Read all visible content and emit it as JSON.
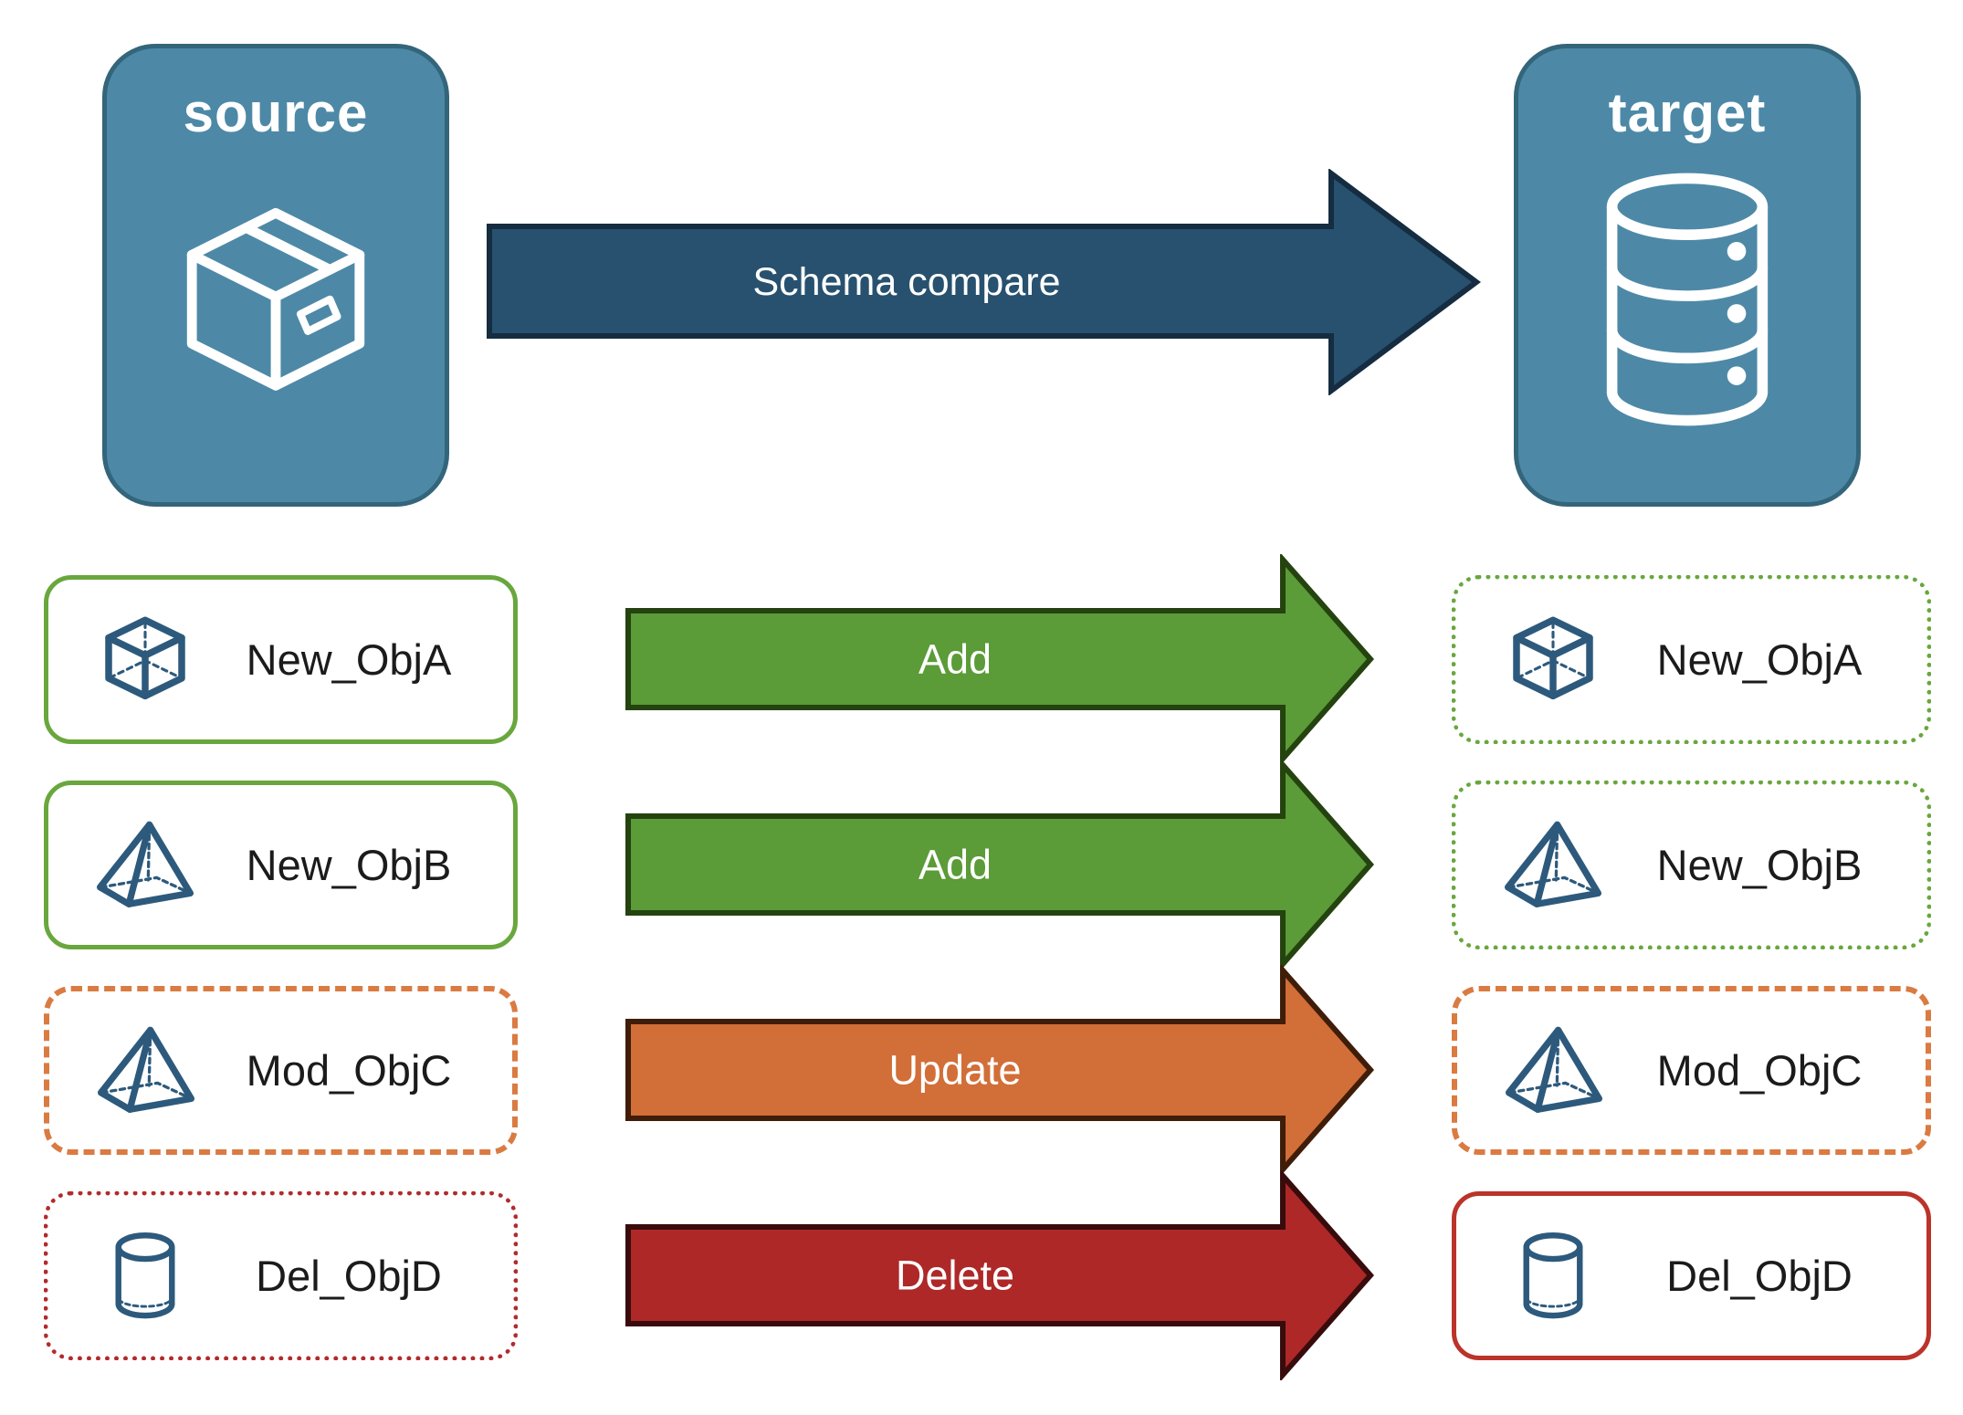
{
  "nodes": {
    "source": {
      "label": "source",
      "icon": "package-icon"
    },
    "target": {
      "label": "target",
      "icon": "database-icon"
    }
  },
  "flow": {
    "label": "Schema compare"
  },
  "rows": [
    {
      "source_label": "New_ObjA",
      "action": "Add",
      "target_label": "New_ObjA",
      "icon": "cube-icon",
      "source_border": "green-solid",
      "target_border": "green-dotted"
    },
    {
      "source_label": "New_ObjB",
      "action": "Add",
      "target_label": "New_ObjB",
      "icon": "pyramid-icon",
      "source_border": "green-solid",
      "target_border": "green-dotted"
    },
    {
      "source_label": "Mod_ObjC",
      "action": "Update",
      "target_label": "Mod_ObjC",
      "icon": "pyramid-icon",
      "source_border": "orange-dashed",
      "target_border": "orange-dashed"
    },
    {
      "source_label": "Del_ObjD",
      "action": "Delete",
      "target_label": "Del_ObjD",
      "icon": "cylinder-icon",
      "source_border": "red-dotted",
      "target_border": "red-solid"
    }
  ],
  "colors": {
    "node_fill": "#4d89a7",
    "node_border": "#33657b",
    "flow_arrow": "#27516f",
    "add_green": "#5b9b38",
    "update_orange": "#d26e38",
    "delete_red": "#ae2828",
    "green_border": "#69a73e",
    "orange_border": "#da7b42",
    "red_border": "#b22b2b",
    "icon_blue": "#2d5a7c"
  }
}
